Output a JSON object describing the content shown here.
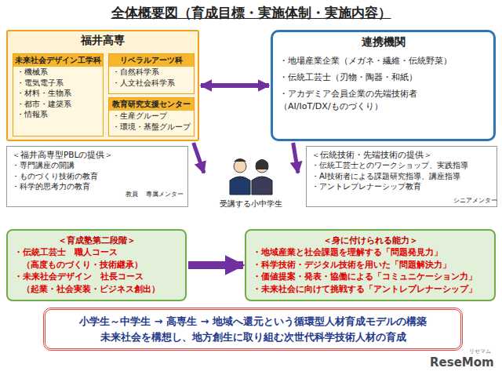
{
  "diagram": {
    "title": "全体概要図（育成目標・実施体制・実施内容）",
    "nodes": [
      {
        "text": [
          "福井高専"
        ]
      },
      {
        "text": [
          "未来社会デザイン工学科",
          "・機械系",
          "・電気電子系",
          "・材料・生物系",
          "・都市・建築系",
          "・情報系"
        ],
        "in": 0
      },
      {
        "text": [
          "リベラルアーツ科",
          "・自然科学系",
          "・人文社会科学系"
        ],
        "in": 0
      },
      {
        "text": [
          "教育研究支援センター",
          "・生産グループ",
          "・環境・基盤グループ"
        ],
        "in": 0
      },
      {
        "text": [
          "連携機関",
          "・地場産業企業（メガネ・繊維・伝統野菜）",
          "・伝統工芸士（刃物・陶器・和紙）",
          "・アカデミア会員企業の先端技術者 （AI/IoT/DX/ものづくり）"
        ]
      },
      {
        "text": [
          "＜福井高専型PBLの提供＞",
          "・専門講座の開講",
          "・ものづくり技術の教育",
          "・科学的思考力の教育"
        ]
      },
      {
        "text": [
          "受講する小中学生"
        ]
      },
      {
        "text": [
          "＜伝統技術・先端技術の提供＞",
          "・伝統工芸士とのワークショップ、実践指導",
          "・AI技術者による課題研究指導、講座指導",
          "・アントレプレナーシップ教育"
        ]
      },
      {
        "text": [
          "＜育成塾第二段階＞",
          "・伝統工芸士　職人コース （高度ものづくり・技術継承）",
          "・未来社会デザイン　社長コース （起業・社会実装・ビジネス創出）"
        ]
      },
      {
        "text": [
          "＜身に付けられる能力＞",
          "・地域産業と社会課題を理解する「問題発見力」",
          "・科学技術・デジタル技術を用いた「問題解決力」",
          "・価値提案・発表・協働による「コミュニケーション力」",
          "・未来社会に向けて挑戦する「アントレプレナーシップ」"
        ]
      },
      {
        "text": [
          "小学生～中学生 → 高専生 → 地域へ還元という循環型人材育成モデルの構築",
          "未来社会を構想し、地方創生に取り組む次世代科学技術人材の育成"
        ]
      }
    ],
    "edges": [
      {
        "from": 0,
        "to": 4,
        "arrow": "both"
      },
      {
        "from": 0,
        "to": 6,
        "arrow": "to"
      },
      {
        "from": 4,
        "to": 6,
        "arrow": "to"
      },
      {
        "from": 8,
        "to": 9,
        "arrow": "to"
      }
    ],
    "labels": [
      "教員",
      "専属メンター",
      "シニアメンター",
      "リセマム",
      "ReseMom"
    ]
  }
}
